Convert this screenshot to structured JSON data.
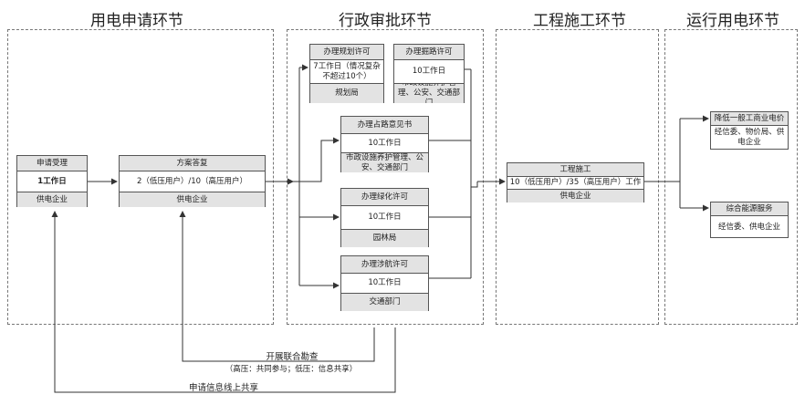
{
  "stages": {
    "apply": "用电申请环节",
    "admin": "行政审批环节",
    "construction": "工程施工环节",
    "operation": "运行用电环节"
  },
  "boxes": {
    "application": {
      "title": "申请受理",
      "time": "1工作日",
      "owner": "供电企业"
    },
    "plan": {
      "title": "方案答复",
      "time": "2（低压用户）/10（高压用户）",
      "owner": "供电企业"
    },
    "planning_permit": {
      "title": "办理规划许可",
      "time": "7工作日（情况复杂不超过10个）",
      "owner": "规划局"
    },
    "road_dig_permit": {
      "title": "办理掘路许可",
      "time": "10工作日",
      "owner": "市政设施养护管理、公安、交通部门"
    },
    "road_occupy_opinion": {
      "title": "办理占路意见书",
      "time": "10工作日",
      "owner": "市政设施养护管理、公安、交通部门"
    },
    "greening_permit": {
      "title": "办理绿化许可",
      "time": "10工作日",
      "owner": "园林局"
    },
    "navigation_permit": {
      "title": "办理涉航许可",
      "time": "10工作日",
      "owner": "交通部门"
    },
    "construction": {
      "title": "工程施工",
      "time": "10（低压用户）/35（高压用户）工作",
      "owner": "供电企业"
    },
    "reduce_price": {
      "title": "降低一般工商业电价",
      "owner": "经信委、物价局、供电企业"
    },
    "energy_service": {
      "title": "综合能源服务",
      "owner": "经信委、供电企业"
    }
  },
  "notes": {
    "survey_title": "开展联合勘查",
    "survey_detail": "（高压：共同参与；低压：信息共享）",
    "share": "申请信息线上共享"
  }
}
